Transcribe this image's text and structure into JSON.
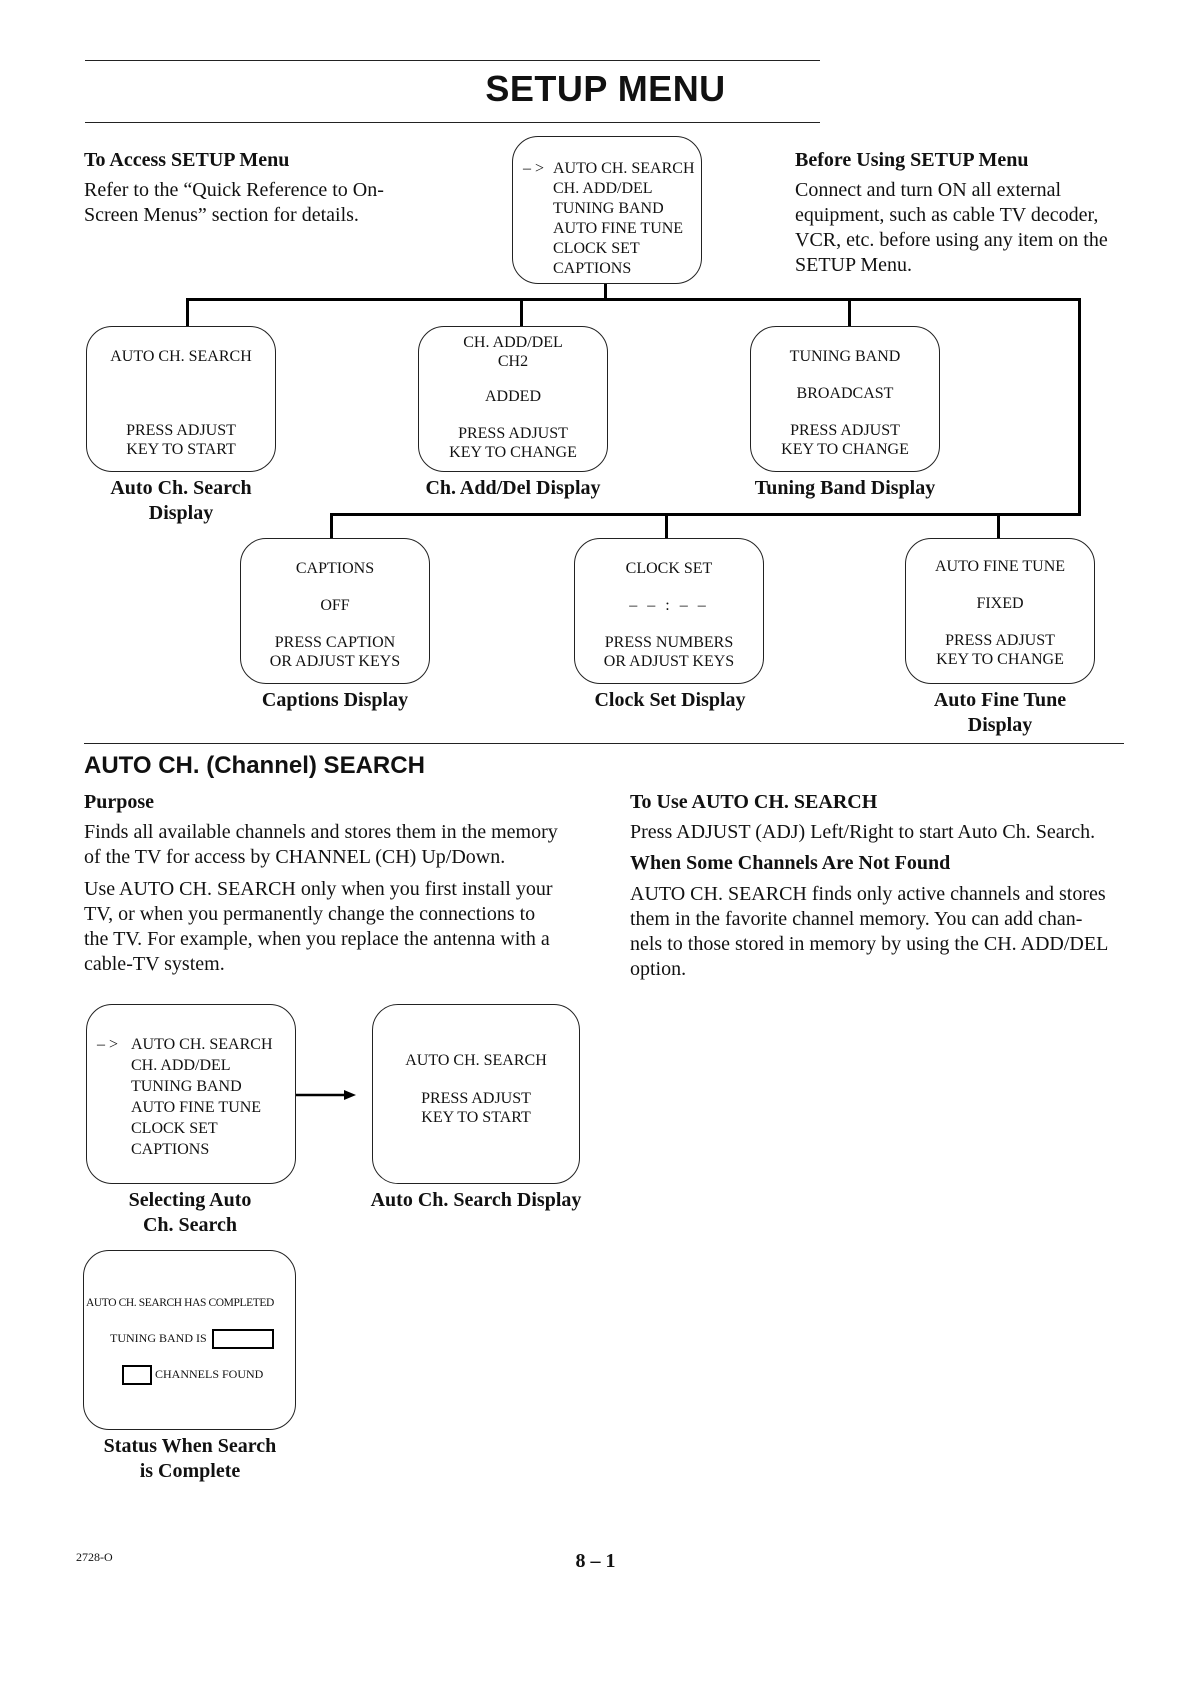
{
  "header": {
    "title": "SETUP MENU"
  },
  "access": {
    "heading": "To Access SETUP Menu",
    "body_lines": [
      "Refer to the “Quick Reference to On-",
      "Screen Menus” section for details."
    ]
  },
  "before": {
    "heading": "Before Using SETUP Menu",
    "body_lines": [
      "Connect and turn ON all external",
      "equipment, such as cable TV decoder,",
      "VCR, etc. before using any item on the",
      "SETUP Menu."
    ]
  },
  "setup_menu_screen": {
    "arrow": "– >",
    "items": [
      "AUTO CH. SEARCH",
      "CH. ADD/DEL",
      "TUNING BAND",
      "AUTO FINE TUNE",
      "CLOCK SET",
      "CAPTIONS"
    ]
  },
  "displays": {
    "auto_ch_search": {
      "line1": "AUTO CH. SEARCH",
      "line2": "PRESS ADJUST",
      "line3": "KEY TO START",
      "caption_lines": [
        "Auto Ch. Search",
        "Display"
      ]
    },
    "ch_add_del": {
      "line1": "CH. ADD/DEL",
      "line2": "CH2",
      "line3": "ADDED",
      "line4": "PRESS ADJUST",
      "line5": "KEY TO CHANGE",
      "caption": "Ch. Add/Del Display"
    },
    "tuning_band": {
      "line1": "TUNING BAND",
      "line2": "BROADCAST",
      "line3": "PRESS ADJUST",
      "line4": "KEY TO CHANGE",
      "caption": "Tuning Band Display"
    },
    "captions": {
      "line1": "CAPTIONS",
      "line2": "OFF",
      "line3": "PRESS CAPTION",
      "line4": "OR ADJUST KEYS",
      "caption": "Captions Display"
    },
    "clock_set": {
      "line1": "CLOCK SET",
      "line2": "– – : – –",
      "line3": "PRESS NUMBERS",
      "line4": "OR ADJUST KEYS",
      "caption": "Clock Set Display"
    },
    "auto_fine_tune": {
      "line1": "AUTO FINE TUNE",
      "line2": "FIXED",
      "line3": "PRESS ADJUST",
      "line4": "KEY TO CHANGE",
      "caption_lines": [
        "Auto Fine Tune",
        "Display"
      ]
    }
  },
  "section": {
    "title": "AUTO CH. (Channel) SEARCH",
    "purpose_heading": "Purpose",
    "purpose_p1": [
      "Finds all available channels and stores them in the memory",
      "of the TV for access by CHANNEL (CH) Up/Down."
    ],
    "purpose_p2": [
      "Use AUTO CH. SEARCH only when you first install your",
      "TV, or when you permanently change the connections to",
      "the TV. For example, when you replace the antenna with a",
      "cable-TV system."
    ],
    "use_heading": "To Use AUTO CH. SEARCH",
    "use_body": "Press ADJUST (ADJ) Left/Right to start Auto Ch. Search.",
    "notfound_heading": "When Some Channels Are Not Found",
    "notfound_body": [
      "AUTO CH. SEARCH finds only active channels and stores",
      "them in the favorite channel memory. You can add chan-",
      "nels to those stored in memory by using the CH. ADD/DEL",
      "option."
    ]
  },
  "figures": {
    "selecting": {
      "arrow": "– >",
      "items": [
        "AUTO CH. SEARCH",
        "CH. ADD/DEL",
        "TUNING BAND",
        "AUTO FINE TUNE",
        "CLOCK SET",
        "CAPTIONS"
      ],
      "caption_lines": [
        "Selecting Auto",
        "Ch. Search"
      ]
    },
    "search_display": {
      "line1": "AUTO CH. SEARCH",
      "line2": "PRESS ADJUST",
      "line3": "KEY TO START",
      "caption": "Auto Ch. Search Display"
    },
    "status": {
      "line1": "AUTO CH. SEARCH HAS COMPLETED",
      "line2": "TUNING BAND IS",
      "line3": "CHANNELS FOUND",
      "caption_lines": [
        "Status When Search",
        "is Complete"
      ]
    }
  },
  "footer": {
    "code": "2728-O",
    "page": "8 – 1"
  }
}
